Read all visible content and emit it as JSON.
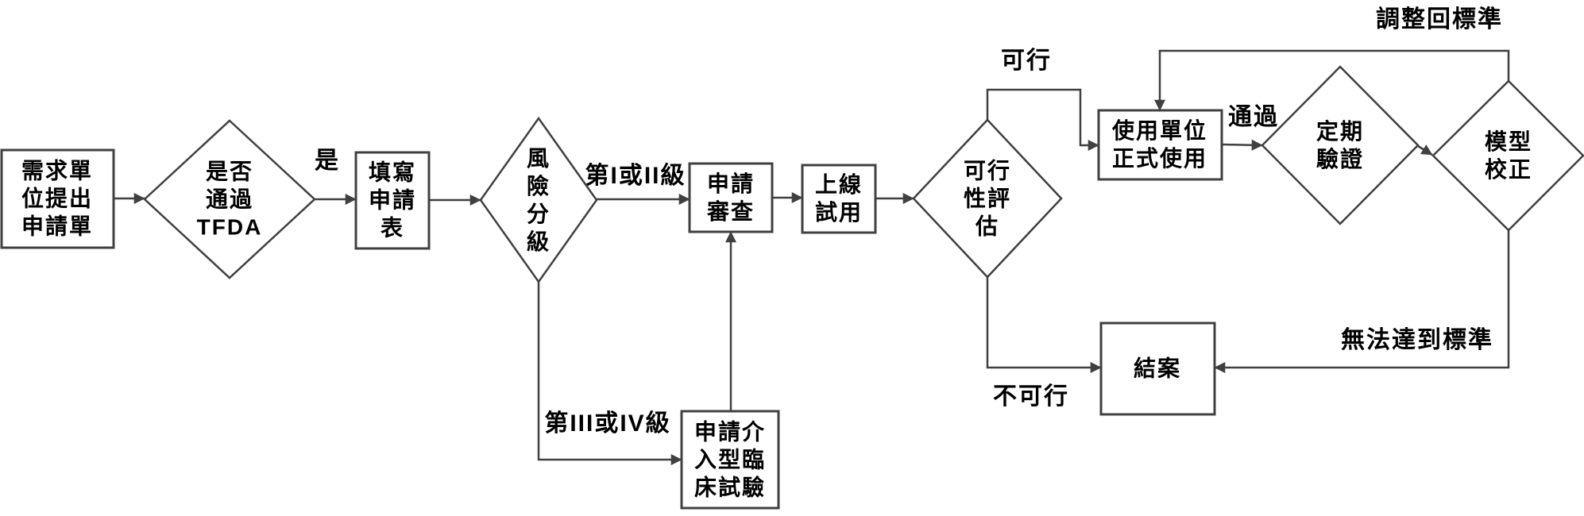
{
  "colors": {
    "line": "#404040",
    "node_border": "#404040",
    "node_fill": "#FFFFFF",
    "highlight_fill": "#A9D6F1",
    "text": "#000000",
    "background": "#FFFFFF"
  },
  "nodes": {
    "request": {
      "label": "需求單\n位提出\n申請單"
    },
    "tfda": {
      "label": "是否\n通過\nTFDA"
    },
    "fill_form": {
      "label": "填寫\n申請\n表"
    },
    "risk": {
      "label": "風\n險\n分\n級"
    },
    "review": {
      "label": "申請\n審查"
    },
    "clinical": {
      "label": "申請介\n入型臨\n床試驗"
    },
    "trial": {
      "label": "上線\n試用"
    },
    "feasibility": {
      "label": "可行\n性評\n估"
    },
    "official": {
      "label": "使用單位\n正式使用"
    },
    "validation": {
      "label": "定期\n驗證"
    },
    "calibration": {
      "label": "模型\n校正"
    },
    "close": {
      "label": "結案"
    }
  },
  "edge_labels": {
    "yes": "是",
    "class_1_2": "第I或II級",
    "class_3_4": "第III或IV級",
    "feasible": "可行",
    "infeasible": "不可行",
    "pass": "通過",
    "adjust": "調整回標準",
    "fail": "無法達到標準"
  }
}
